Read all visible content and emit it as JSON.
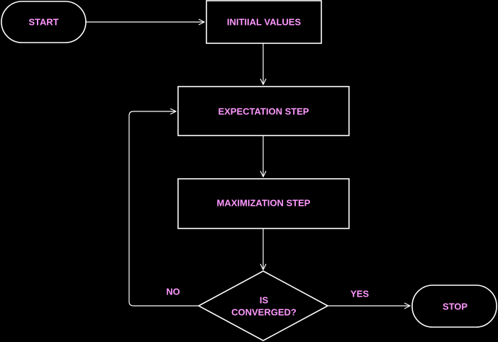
{
  "colors": {
    "background": "#000000",
    "stroke": "#ffffff",
    "text": "#ff99ff"
  },
  "nodes": {
    "start": {
      "label": "START",
      "shape": "terminator"
    },
    "initial_values": {
      "label": "INITIIAL VALUES",
      "shape": "process"
    },
    "expectation_step": {
      "label": "EXPECTATION STEP",
      "shape": "process"
    },
    "maximization_step": {
      "label": "MAXIMIZATION STEP",
      "shape": "process"
    },
    "converged": {
      "label_line1": "IS",
      "label_line2": "CONVERGED?",
      "shape": "decision"
    },
    "stop": {
      "label": "STOP",
      "shape": "terminator"
    }
  },
  "edges": {
    "no_label": "NO",
    "yes_label": "YES"
  }
}
